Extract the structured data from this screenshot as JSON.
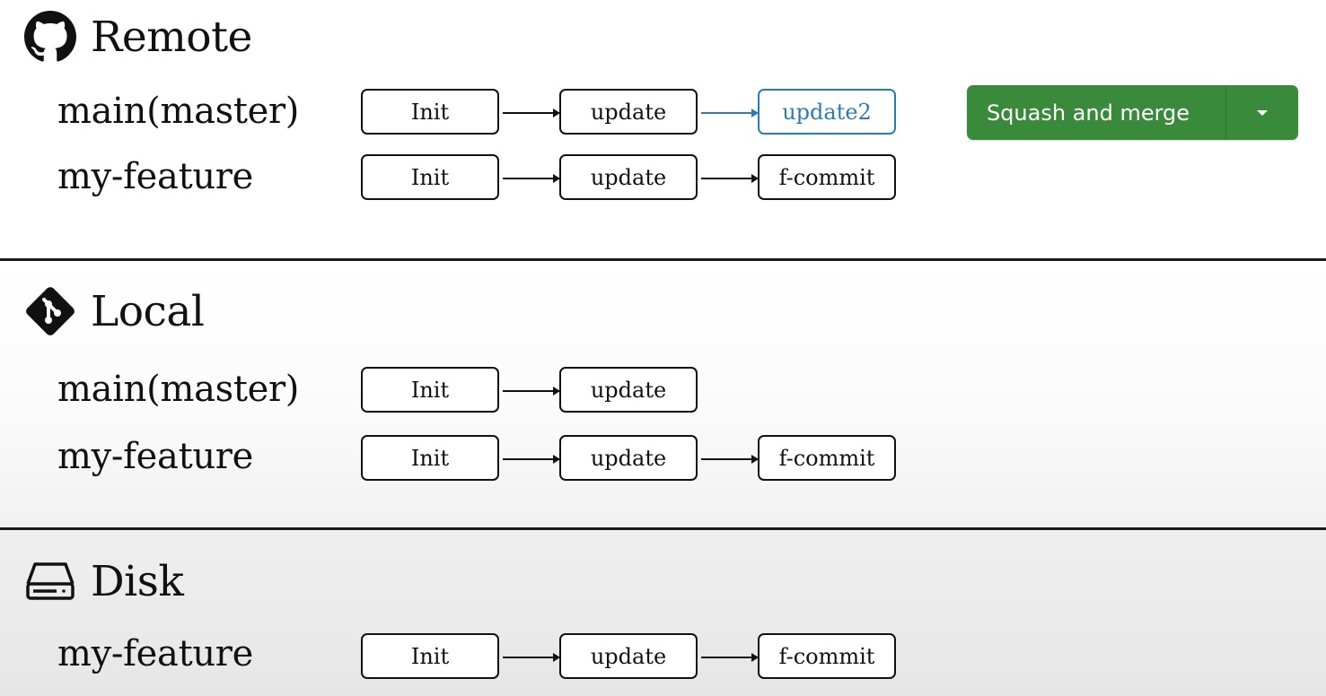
{
  "sections": {
    "remote": {
      "title": "Remote",
      "icon": "github-icon"
    },
    "local": {
      "title": "Local",
      "icon": "git-icon"
    },
    "disk": {
      "title": "Disk",
      "icon": "hard-drive-icon"
    }
  },
  "remote": {
    "main": {
      "label": "main(master)",
      "commits": [
        "Init",
        "update",
        "update2"
      ],
      "new_commit_color": "#2d7bb5"
    },
    "feature": {
      "label": "my-feature",
      "commits": [
        "Init",
        "update",
        "f-commit"
      ]
    },
    "button": {
      "label": "Squash and merge",
      "color": "#3a8a3c",
      "dropdown_icon": "caret-down-icon"
    }
  },
  "local": {
    "main": {
      "label": "main(master)",
      "commits": [
        "Init",
        "update"
      ]
    },
    "feature": {
      "label": "my-feature",
      "commits": [
        "Init",
        "update",
        "f-commit"
      ]
    }
  },
  "disk": {
    "feature": {
      "label": "my-feature",
      "commits": [
        "Init",
        "update",
        "f-commit"
      ]
    }
  }
}
